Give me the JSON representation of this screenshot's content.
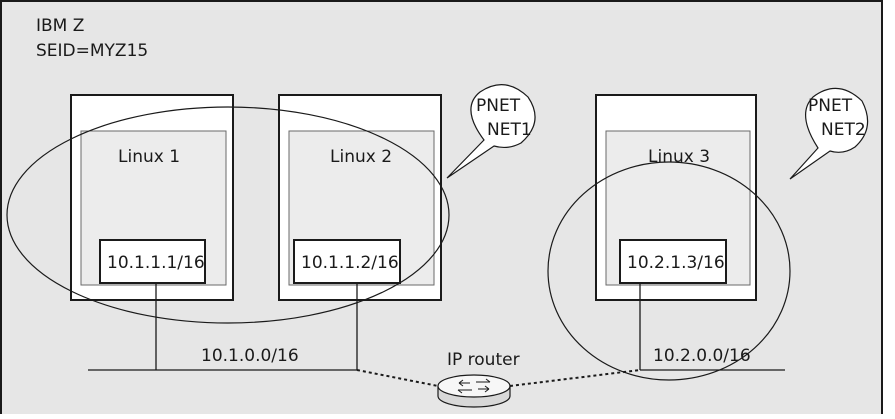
{
  "system": {
    "name": "IBM Z",
    "seid": "SEID=MYZ15"
  },
  "lpars": [
    {
      "name": "Linux 1",
      "ip": "10.1.1.1/16"
    },
    {
      "name": "Linux 2",
      "ip": "10.1.1.2/16"
    },
    {
      "name": "Linux 3",
      "ip": "10.2.1.3/16"
    }
  ],
  "pnets": [
    {
      "line1": "PNET",
      "line2": "NET1"
    },
    {
      "line1": "PNET",
      "line2": "NET2"
    }
  ],
  "subnets": [
    "10.1.0.0/16",
    "10.2.0.0/16"
  ],
  "router": {
    "label": "IP router"
  },
  "colors": {
    "background": "#e6e6e6",
    "inner": "#ececec",
    "stroke": "#1a1a1a"
  }
}
